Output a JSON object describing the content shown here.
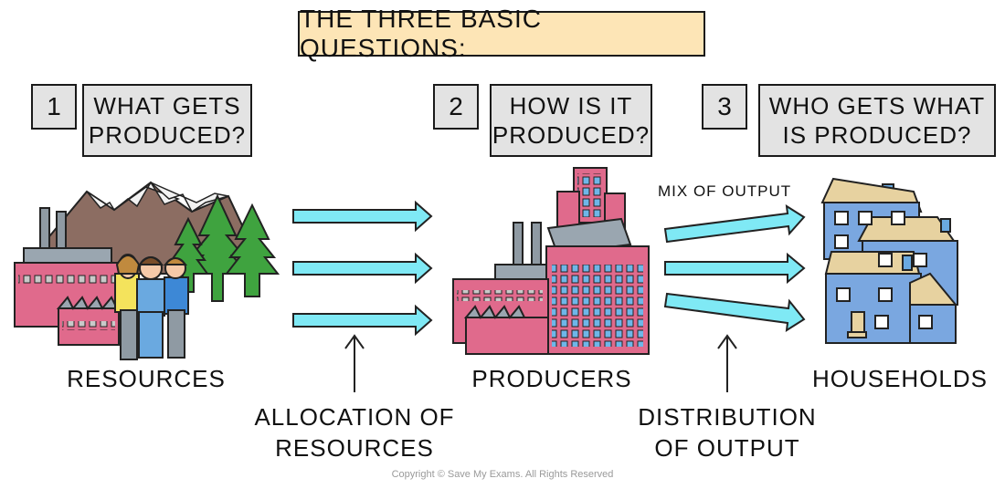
{
  "title": "THE THREE BASIC QUESTIONS:",
  "questions": [
    {
      "number": "1",
      "line1": "WHAT GETS",
      "line2": "PRODUCED?"
    },
    {
      "number": "2",
      "line1": "HOW IS IT",
      "line2": "PRODUCED?"
    },
    {
      "number": "3",
      "line1": "WHO GETS WHAT",
      "line2": "IS PRODUCED?"
    }
  ],
  "nodes": {
    "resources": "RESOURCES",
    "producers": "PRODUCERS",
    "households": "HOUSEHOLDS"
  },
  "flows": {
    "allocation_line1": "ALLOCATION OF",
    "allocation_line2": "RESOURCES",
    "distribution_line1": "DISTRIBUTION",
    "distribution_line2": "OF OUTPUT",
    "mix_of_output": "MIX OF OUTPUT"
  },
  "colors": {
    "title_fill": "#fde5b6",
    "question_fill": "#e3e3e3",
    "arrow_fill": "#7fe9f5",
    "factory_pink": "#e06a8c",
    "tree_green": "#3fa33f",
    "house_blue": "#7aa7e0",
    "roof_tan": "#e7d2a0"
  },
  "copyright": "Copyright © Save My Exams. All Rights Reserved"
}
